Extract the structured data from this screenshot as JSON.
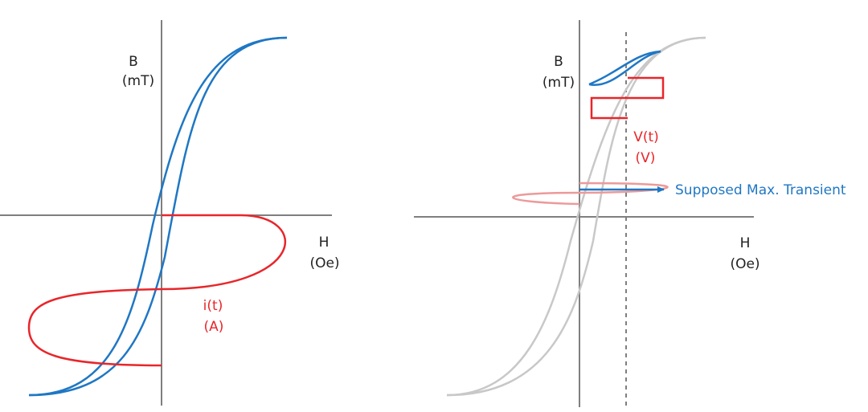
{
  "colors": {
    "axis": "#7f7f7f",
    "loop": "#1f77c4",
    "signal": "#e8262a",
    "faded_loop": "#c8c8c8",
    "faded_signal": "#ec9a9a",
    "text": "#222222"
  },
  "left_panel": {
    "y_axis_label": "B",
    "y_axis_unit": "(mT)",
    "x_axis_label": "H",
    "x_axis_unit": "(Oe)",
    "signal_label": "i(t)",
    "signal_unit": "(A)"
  },
  "right_panel": {
    "y_axis_label": "B",
    "y_axis_unit": "(mT)",
    "x_axis_label": "H",
    "x_axis_unit": "(Oe)",
    "signal_label": "V(t)",
    "signal_unit": "(V)",
    "arrow_label": "Supposed Max. Transient"
  }
}
